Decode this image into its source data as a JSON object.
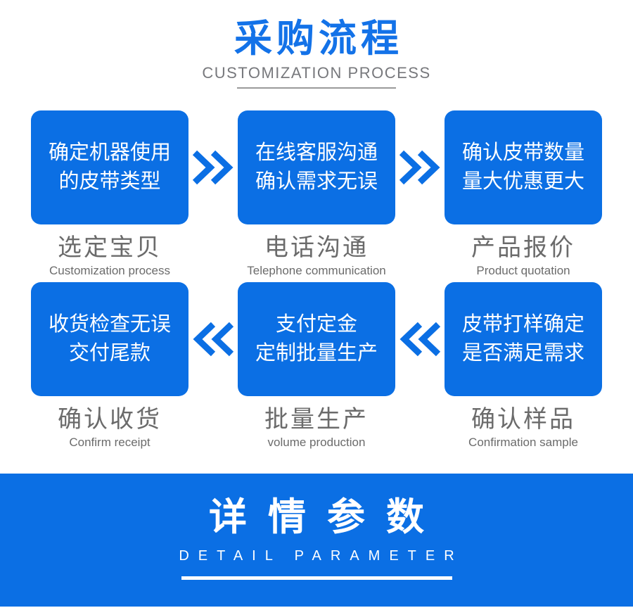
{
  "header": {
    "title_cn": "采购流程",
    "title_en": "CUSTOMIZATION PROCESS"
  },
  "rows": [
    {
      "arrow_direction": "right",
      "cells": [
        {
          "line1": "确定机器使用",
          "line2": "的皮带类型",
          "caption_cn": "选定宝贝",
          "caption_en": "Customization process"
        },
        {
          "line1": "在线客服沟通",
          "line2": "确认需求无误",
          "caption_cn": "电话沟通",
          "caption_en": "Telephone communication"
        },
        {
          "line1": "确认皮带数量",
          "line2": "量大优惠更大",
          "caption_cn": "产品报价",
          "caption_en": "Product quotation"
        }
      ]
    },
    {
      "arrow_direction": "left",
      "cells": [
        {
          "line1": "收货检查无误",
          "line2": "交付尾款",
          "caption_cn": "确认收货",
          "caption_en": "Confirm receipt"
        },
        {
          "line1": "支付定金",
          "line2": "定制批量生产",
          "caption_cn": "批量生产",
          "caption_en": "volume production"
        },
        {
          "line1": "皮带打样确定",
          "line2": "是否满足需求",
          "caption_cn": "确认样品",
          "caption_en": "Confirmation sample"
        }
      ]
    }
  ],
  "banner": {
    "title_cn": "详情参数",
    "title_en": "DETAIL PARAMETER"
  },
  "colors": {
    "primary_blue": "#0b6fe4",
    "title_blue": "#1372e8",
    "caption_gray": "#6b6b6b",
    "subtitle_gray": "#77787c",
    "underline_gray": "#9a9a9a"
  }
}
